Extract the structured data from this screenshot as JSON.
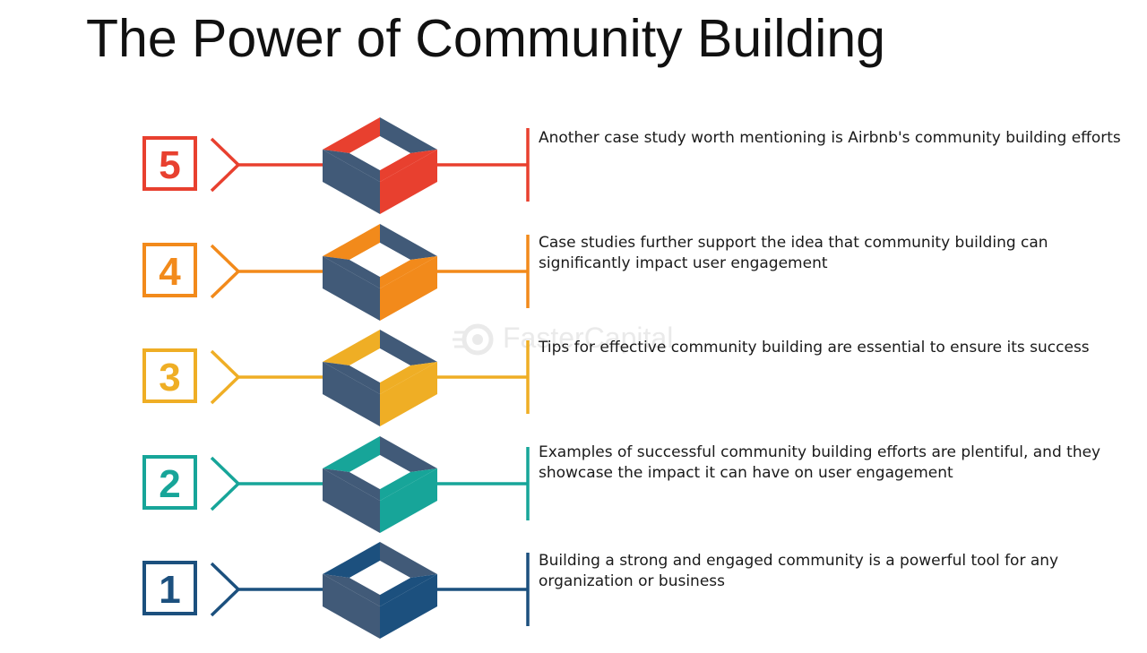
{
  "title": "The Power of Community Building",
  "watermark": "FasterCapital",
  "colors": {
    "navy": "#415a78",
    "step5": "#e8402f",
    "step4": "#f28a1b",
    "step3": "#efae25",
    "step2": "#17a599",
    "step1": "#1c507e"
  },
  "steps": [
    {
      "number": "5",
      "color": "#e8402f",
      "text": "Another case study worth mentioning is Airbnb's community building efforts"
    },
    {
      "number": "4",
      "color": "#f28a1b",
      "text": "Case studies further support the idea that community building can significantly impact user engagement"
    },
    {
      "number": "3",
      "color": "#efae25",
      "text": "Tips for effective community building are essential to ensure its success"
    },
    {
      "number": "2",
      "color": "#17a599",
      "text": "Examples of successful community building efforts are plentiful, and they showcase the impact it can have on user engagement"
    },
    {
      "number": "1",
      "color": "#1c507e",
      "text": "Building a strong and engaged community is a powerful tool for any organization or business"
    }
  ]
}
